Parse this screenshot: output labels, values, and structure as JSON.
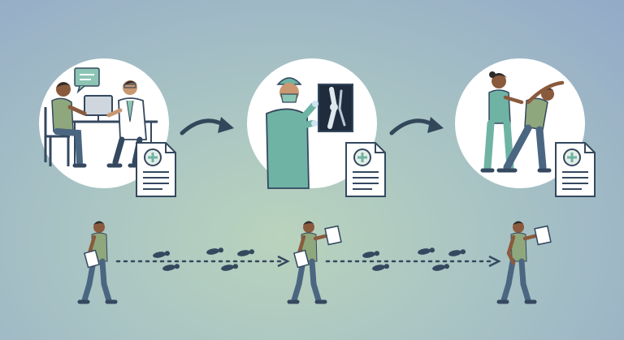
{
  "scene": {
    "stages": [
      {
        "name": "consultation"
      },
      {
        "name": "surgery"
      },
      {
        "name": "rehabilitation"
      }
    ],
    "colors": {
      "background": "#a8c3c4",
      "navy": "#34485f",
      "teal": "#6fb3a5",
      "green_shirt": "#8fa77c",
      "jeans": "#4b6681",
      "skin": "#b9825a",
      "skin_dark": "#8a5a3c",
      "paper": "#ffffff",
      "arrow": "#33475b"
    },
    "icons": [
      "medical-document-icon",
      "xray-image-icon",
      "footprints-icon",
      "curved-arrow-icon",
      "chat-bubble-icon",
      "computer-monitor-icon"
    ]
  }
}
